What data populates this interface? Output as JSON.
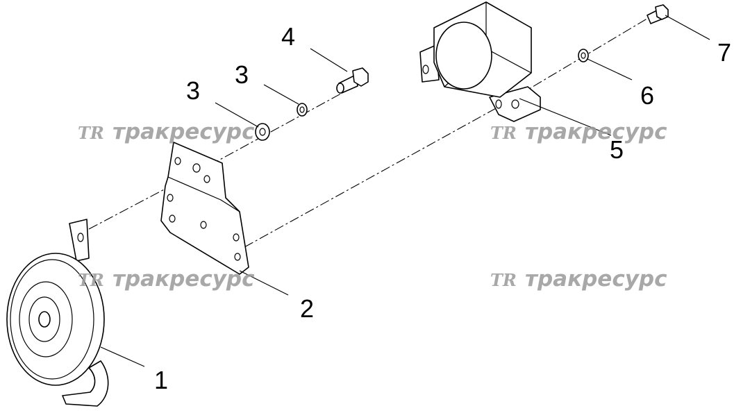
{
  "watermark": {
    "logo": "TR",
    "text": "тракресурс"
  },
  "callouts": [
    {
      "id": "1",
      "label": "1"
    },
    {
      "id": "2",
      "label": "2"
    },
    {
      "id": "3a",
      "label": "3"
    },
    {
      "id": "3b",
      "label": "3"
    },
    {
      "id": "4",
      "label": "4"
    },
    {
      "id": "5",
      "label": "5"
    },
    {
      "id": "6",
      "label": "6"
    },
    {
      "id": "7",
      "label": "7"
    }
  ],
  "colors": {
    "line": "#000000",
    "watermark": "#9a9a9a",
    "background": "#ffffff"
  }
}
